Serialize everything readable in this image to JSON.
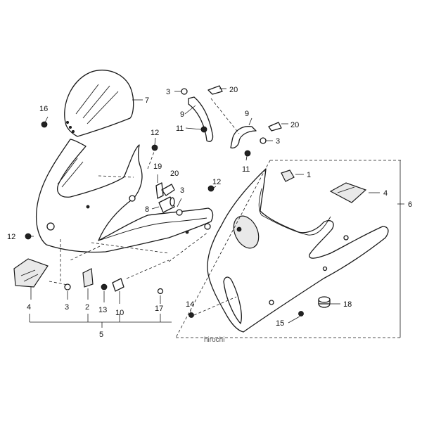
{
  "callouts": {
    "c1": "1",
    "c2": "2",
    "c3a": "3",
    "c3b": "3",
    "c3c": "3",
    "c3d": "3",
    "c4a": "4",
    "c4b": "4",
    "c5": "5",
    "c6": "6",
    "c7": "7",
    "c8": "8",
    "c9a": "9",
    "c9b": "9",
    "c10": "10",
    "c11a": "11",
    "c11b": "11",
    "c12a": "12",
    "c12b": "12",
    "c12c": "12",
    "c13": "13",
    "c14": "14",
    "c15": "15",
    "c16": "16",
    "c17": "17",
    "c18": "18",
    "c19": "19",
    "c20a": "20",
    "c20b": "20",
    "c20c": "20"
  },
  "watermark": "hirochi"
}
